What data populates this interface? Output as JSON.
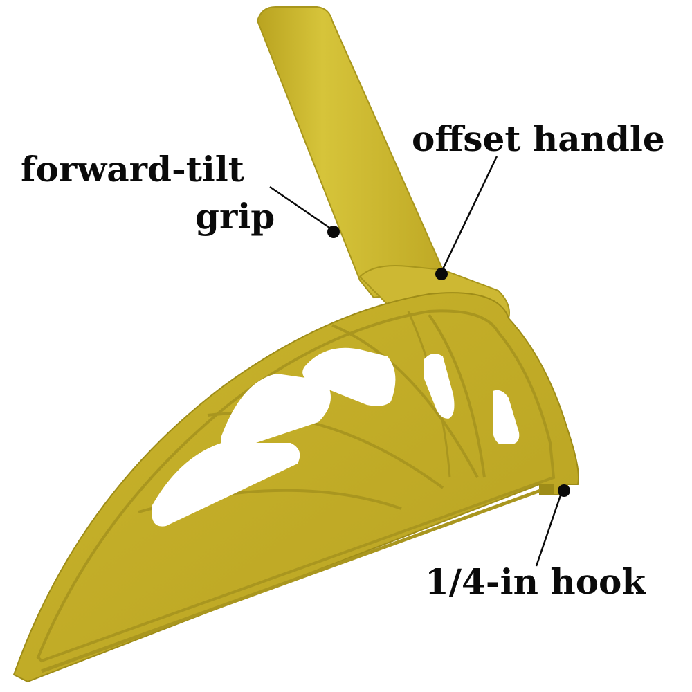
{
  "colors": {
    "background": "#ffffff",
    "product_body": "#c4b02a",
    "product_shadow": "#a8961c",
    "product_highlight": "#d9c63a",
    "label_text": "#0a0a0a",
    "leader_line": "#0a0a0a"
  },
  "product": {
    "name": "push block",
    "parts": [
      "handle",
      "semicircular body",
      "rib pattern",
      "cutout windows",
      "hook"
    ]
  },
  "callouts": [
    {
      "id": "forward-tilt-grip",
      "lines": [
        "forward-tilt",
        "grip"
      ],
      "target": "handle"
    },
    {
      "id": "offset-handle",
      "lines": [
        "offset handle"
      ],
      "target": "handle base"
    },
    {
      "id": "hook",
      "lines": [
        "1/4-in hook"
      ],
      "target": "heel hook"
    }
  ],
  "labels": {
    "forward_tilt": "forward-tilt",
    "grip": "grip",
    "offset_handle": "offset handle",
    "hook": "1/4-in hook"
  }
}
